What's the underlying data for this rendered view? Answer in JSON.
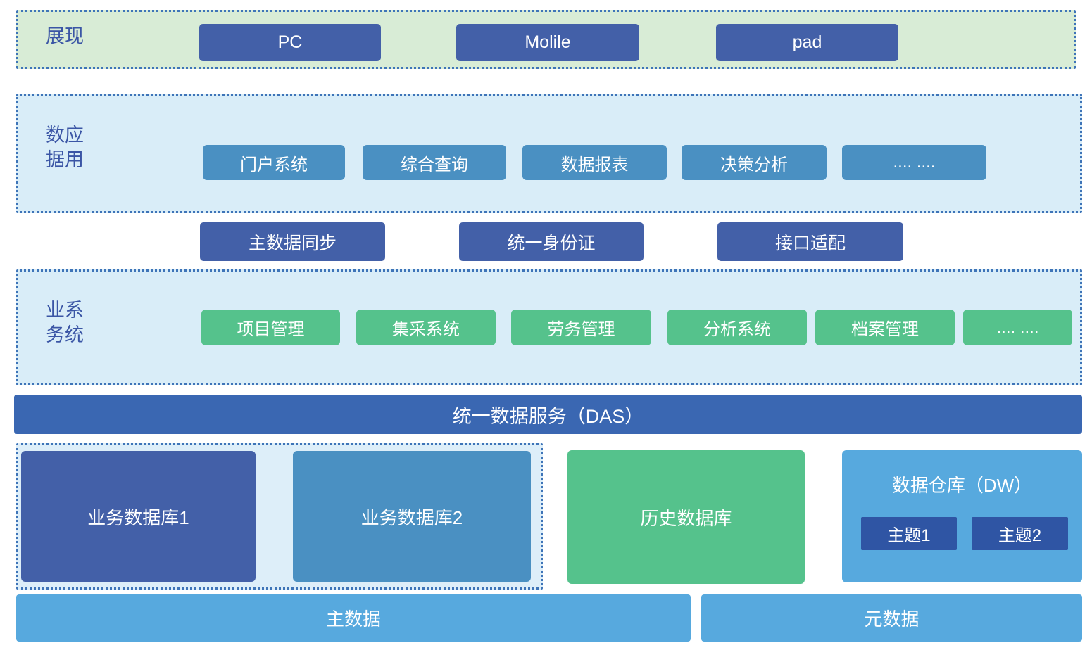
{
  "palette": {
    "dark_blue": "#4360a8",
    "medium_blue": "#4a90c2",
    "sky_blue": "#57a9de",
    "green": "#55c28c",
    "das_blue": "#3a67b2",
    "topic_blue": "#2f55a4",
    "presentation_bg": "#d8ecd6",
    "section_bg": "#d9edf8",
    "storage_group_bg": "#ddeef9",
    "dotted_border": "#3e74b8",
    "label_text": "#3a55a5"
  },
  "presentation": {
    "label": "展现",
    "items": [
      "PC",
      "Molile",
      "pad"
    ]
  },
  "data_application": {
    "label": "数据应用",
    "items": [
      "门户系统",
      "综合查询",
      "数据报表",
      "决策分析",
      "....  ...."
    ]
  },
  "services": {
    "items": [
      "主数据同步",
      "统一身份证",
      "接口适配"
    ]
  },
  "business_systems": {
    "label": "业务系统",
    "items": [
      "项目管理",
      "集采系统",
      "劳务管理",
      "分析系统",
      "档案管理",
      ".... ...."
    ]
  },
  "das": {
    "label": "统一数据服务（DAS）"
  },
  "storage": {
    "business_databases": [
      "业务数据库1",
      "业务数据库2"
    ],
    "history_db": "历史数据库",
    "warehouse": {
      "title": "数据仓库（DW）",
      "topics": [
        "主题1",
        "主题2"
      ]
    }
  },
  "foundation": {
    "master_data": "主数据",
    "metadata": "元数据"
  }
}
